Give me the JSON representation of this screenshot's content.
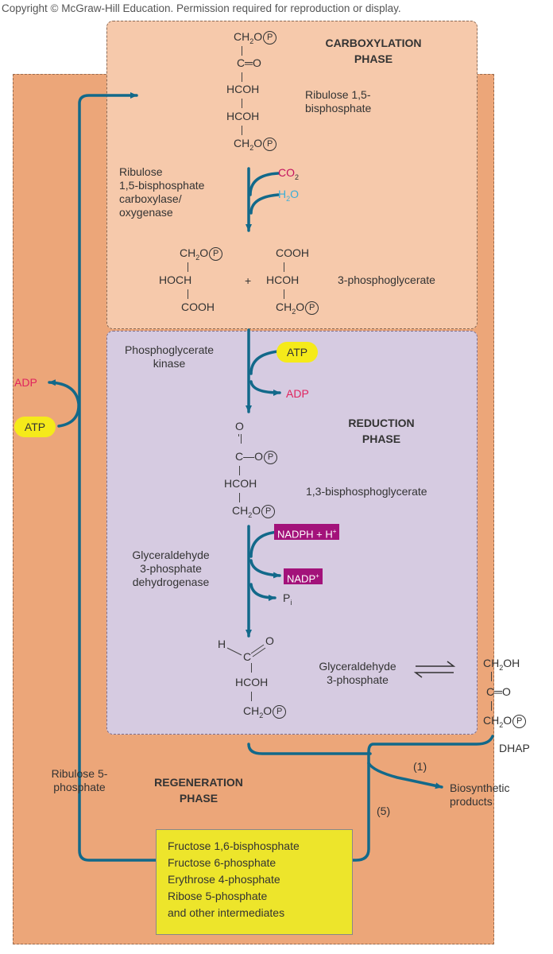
{
  "copyright": "Copyright © McGraw-Hill Education. Permission required for reproduction or display.",
  "phases": {
    "carboxylation": "CARBOXYLATION\nPHASE",
    "reduction": "REDUCTION\nPHASE",
    "regeneration": "REGENERATION\nPHASE"
  },
  "labels": {
    "ribulose_bisphosphate": "Ribulose 1,5-\nbisphosphate",
    "rubisco": "Ribulose\n1,5-bisphosphate\ncarboxylase/\noxygenase",
    "three_pg": "3-phosphoglycerate",
    "pg_kinase": "Phosphoglycerate\nkinase",
    "bpg": "1,3-bisphosphoglycerate",
    "g3p_dh": "Glyceraldehyde\n3-phosphate\ndehydrogenase",
    "g3p": "Glyceraldehyde\n3-phosphate",
    "dhap": "DHAP",
    "ru5p": "Ribulose 5-\nphosphate",
    "biosynthetic": "Biosynthetic\nproducts",
    "step1": "(1)",
    "step5": "(5)"
  },
  "cofactors": {
    "co2": "CO",
    "co2_sub": "2",
    "h2o": "H",
    "h2o_sub": "2",
    "h2o_end": "O",
    "atp": "ATP",
    "adp": "ADP",
    "nadph": "NADPH + H",
    "nadph_sup": "+",
    "nadp": "NADP",
    "nadp_sup": "+",
    "pi": "P",
    "pi_sub": "i",
    "left_atp": "ATP",
    "left_adp": "ADP"
  },
  "intermediates": [
    "Fructose 1,6-bisphosphate",
    "Fructose 6-phosphate",
    "Erythrose 4-phosphate",
    "Ribose 5-phosphate",
    "and other intermediates"
  ],
  "chem": {
    "ch2o": "CH",
    "sub2": "2",
    "o": "O",
    "p": "P",
    "c_eq_o": "C═O",
    "hcoh": "HCOH",
    "hoch": "HOCH",
    "cooh": "COOH",
    "plus": "+",
    "c_o": "C—O",
    "h": "H",
    "c": "C",
    "eq_o": "═O",
    "ch2oh": "CH",
    "oh": "OH",
    "o_top": "O",
    "equilibrium": "⇌"
  },
  "colors": {
    "regeneration_bg": "#eca679",
    "carboxylation_bg": "#f6c9ab",
    "reduction_bg": "#d6cbe1",
    "arrow": "#12698a",
    "atp_pill": "#f5ea1a",
    "nadph_box": "#a3127a",
    "red_text": "#e0245e",
    "cyan_text": "#3aaed8",
    "intermediates_box": "#ede52b"
  }
}
